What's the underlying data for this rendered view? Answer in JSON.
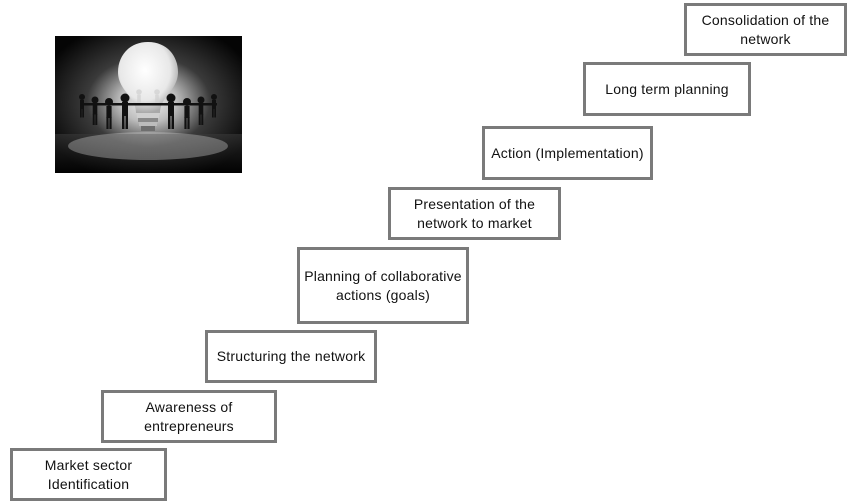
{
  "illustration": {
    "icon": "lightbulb-with-people-icon"
  },
  "steps": [
    {
      "label": "Market sector Identification"
    },
    {
      "label": "Awareness of entrepreneurs"
    },
    {
      "label": "Structuring the network"
    },
    {
      "label": "Planning of collaborative actions (goals)"
    },
    {
      "label": "Presentation of the network to market"
    },
    {
      "label": "Action (Implementation)"
    },
    {
      "label": "Long term planning"
    },
    {
      "label": "Consolidation of the network"
    }
  ]
}
